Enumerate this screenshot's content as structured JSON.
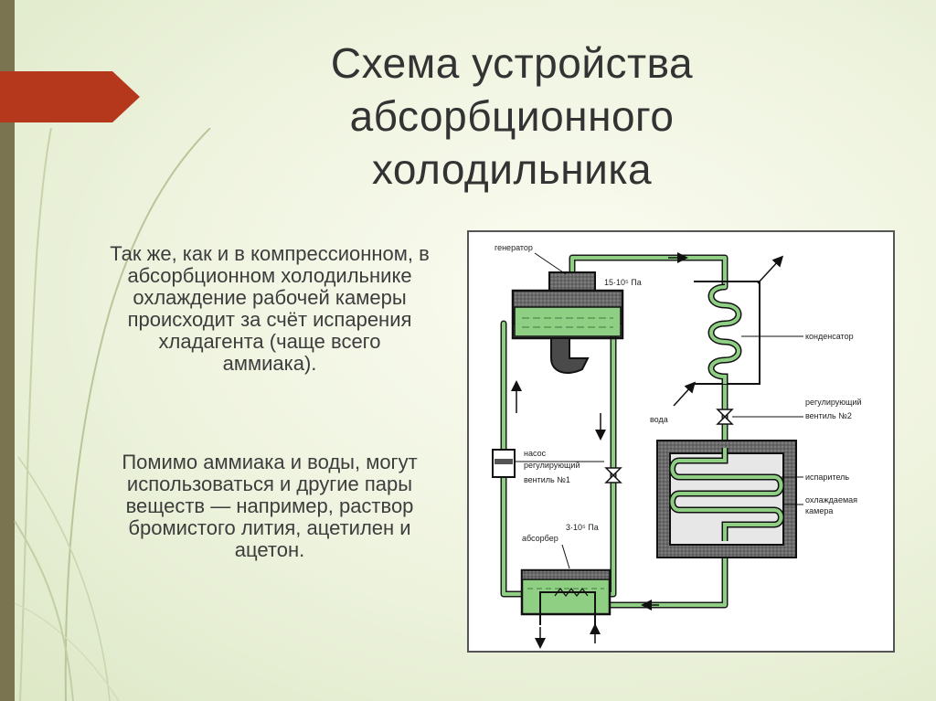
{
  "colors": {
    "accent_arrow": "#b5381c",
    "left_bar": "#7b7451",
    "liquid": "#8fcf84",
    "pipe": "#5a9a5a",
    "metal_fill": "#5e5e5e"
  },
  "title": {
    "line1": "Схема устройства",
    "line2": "абсорбционного",
    "line3": "холодильника"
  },
  "text": {
    "paragraph1": "Так же, как и в компрессионном, в абсорбционном холодильнике охлаждение рабочей камеры происходит за счёт испарения хладагента (чаще всего аммиака).",
    "paragraph2": "Помимо аммиака и воды, могут использоваться и другие пары веществ — например, раствор бромистого лития, ацетилен и ацетон."
  },
  "diagram": {
    "labels": {
      "generator": "генератор",
      "pressure_high": "15·10⁵ Па",
      "condenser": "конденсатор",
      "water": "вода",
      "valve2_line1": "регулирующий",
      "valve2_line2": "вентиль №2",
      "pump": "насос",
      "valve1_line1": "регулирующий",
      "valve1_line2": "вентиль №1",
      "evaporator": "испаритель",
      "cooled_line1": "охлаждаемая",
      "cooled_line2": "камера",
      "pressure_low": "3·10⁵ Па",
      "absorber": "абсорбер"
    }
  }
}
